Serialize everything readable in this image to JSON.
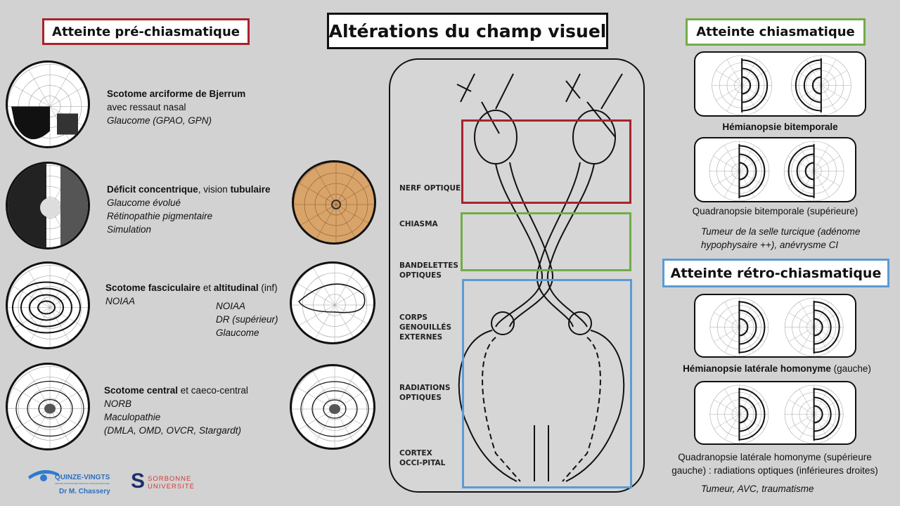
{
  "title": "Altérations du champ visuel",
  "sections": {
    "pre": {
      "label": "Atteinte pré-chiasmatique",
      "color": "#a8232a"
    },
    "chiasm": {
      "label": "Atteinte chiasmatique",
      "color": "#70ad47"
    },
    "retro": {
      "label": "Atteinte rétro-chiasmatique",
      "color": "#5b9bd5"
    }
  },
  "pre_items": [
    {
      "bold": "Scotome arciforme de Bjerrum",
      "line2": "avec ressaut nasal",
      "italic": [
        "Glaucome (GPAO, GPN)"
      ]
    },
    {
      "bold": "Déficit concentrique",
      "mid": ", vision ",
      "bold2": "tubulaire",
      "italic": [
        "Glaucome évolué",
        "Rétinopathie pigmentaire",
        "Simulation"
      ]
    },
    {
      "bold": "Scotome fasciculaire",
      "mid": " et ",
      "bold2": "altitudinal",
      "tail": " (inf)",
      "italic": [
        "NOIAA"
      ],
      "italic_right": [
        "NOIAA",
        "DR (supérieur)",
        "Glaucome"
      ]
    },
    {
      "bold": "Scotome central",
      "mid": " et caeco-central",
      "italic": [
        "NORB",
        "Maculopathie",
        "(DMLA, OMD, OVCR, Stargardt)"
      ]
    }
  ],
  "diagram_labels": [
    "NERF OPTIQUE",
    "CHIASMA",
    "BANDELETTES OPTIQUES",
    "CORPS GENOUILLÉS EXTERNES",
    "RADIATIONS OPTIQUES",
    "CORTEX OCCI-PITAL"
  ],
  "right": {
    "cap1": "Hémianopsie bitemporale",
    "cap2": "Quadranopsie bitemporale (supérieure)",
    "cause1_l1": "Tumeur de la selle turcique (adénome",
    "cause1_l2": "hypophysaire ++), anévrysme CI",
    "cap3_bold": "Hémianopsie latérale homonyme",
    "cap3_tail": " (gauche)",
    "cap4_l1": "Quadranopsie latérale homonyme (supérieure",
    "cap4_l2": "gauche) : radiations optiques (inférieures droites)",
    "cause2": "Tumeur, AVC, traumatisme"
  },
  "footer": {
    "hospital": "QUINZE-VINGTS",
    "hospital_sub": "CENTRE HOSPITALIER NATIONAL D'OPHTALMOLOGIE",
    "author": "Dr M. Chassery",
    "university_l1": "SORBONNE",
    "university_l2": "UNIVERSITÉ"
  }
}
